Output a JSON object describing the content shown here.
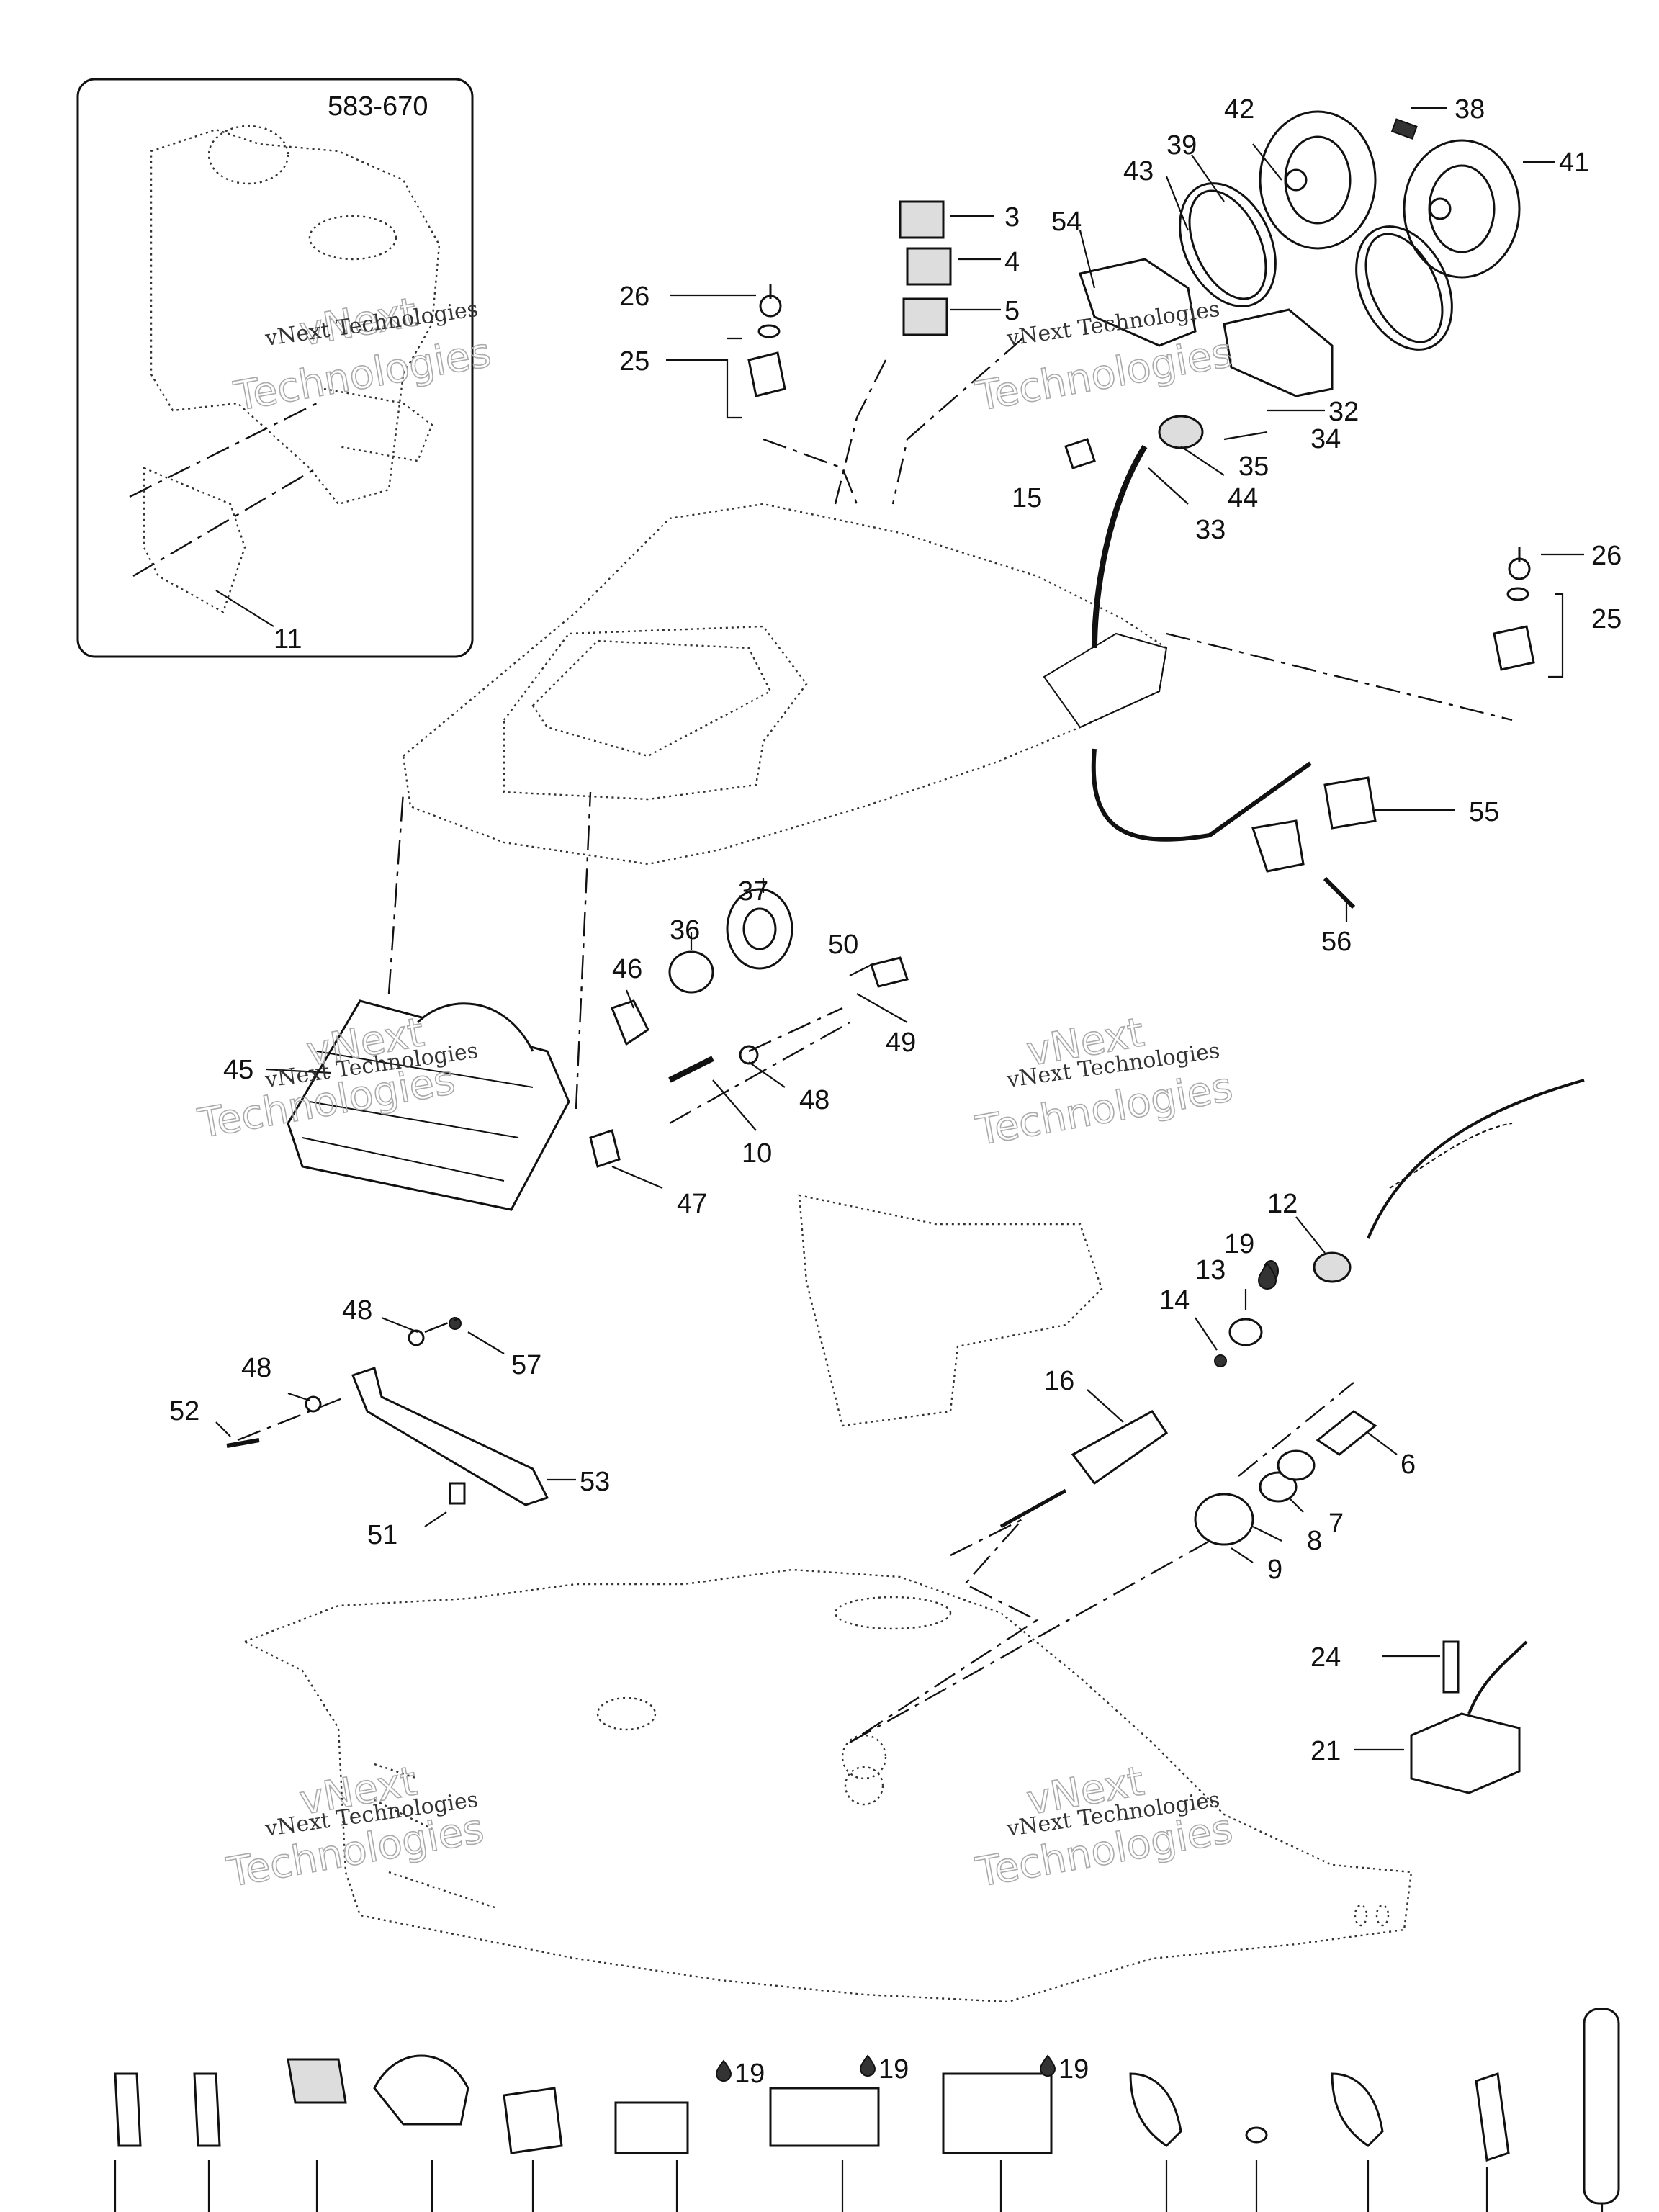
{
  "inset": {
    "code": "583-670",
    "label": "11"
  },
  "callouts": [
    {
      "id": "c38",
      "text": "38"
    },
    {
      "id": "c42",
      "text": "42"
    },
    {
      "id": "c41",
      "text": "41"
    },
    {
      "id": "c39",
      "text": "39"
    },
    {
      "id": "c43",
      "text": "43"
    },
    {
      "id": "c3",
      "text": "3"
    },
    {
      "id": "c4",
      "text": "4"
    },
    {
      "id": "c5",
      "text": "5"
    },
    {
      "id": "c54",
      "text": "54"
    },
    {
      "id": "c26a",
      "text": "26"
    },
    {
      "id": "c25a",
      "text": "25"
    },
    {
      "id": "c32",
      "text": "32"
    },
    {
      "id": "c34",
      "text": "34"
    },
    {
      "id": "c35",
      "text": "35"
    },
    {
      "id": "c15",
      "text": "15"
    },
    {
      "id": "c44",
      "text": "44"
    },
    {
      "id": "c33",
      "text": "33"
    },
    {
      "id": "c26b",
      "text": "26"
    },
    {
      "id": "c25b",
      "text": "25"
    },
    {
      "id": "c55",
      "text": "55"
    },
    {
      "id": "c56",
      "text": "56"
    },
    {
      "id": "c37",
      "text": "37"
    },
    {
      "id": "c36",
      "text": "36"
    },
    {
      "id": "c50",
      "text": "50"
    },
    {
      "id": "c46",
      "text": "46"
    },
    {
      "id": "c49",
      "text": "49"
    },
    {
      "id": "c45",
      "text": "45"
    },
    {
      "id": "c48a",
      "text": "48"
    },
    {
      "id": "c10",
      "text": "10"
    },
    {
      "id": "c47",
      "text": "47"
    },
    {
      "id": "c12",
      "text": "12"
    },
    {
      "id": "c19",
      "text": "19"
    },
    {
      "id": "c13",
      "text": "13"
    },
    {
      "id": "c14",
      "text": "14"
    },
    {
      "id": "c16",
      "text": "16"
    },
    {
      "id": "c6",
      "text": "6"
    },
    {
      "id": "c7",
      "text": "7"
    },
    {
      "id": "c8",
      "text": "8"
    },
    {
      "id": "c9",
      "text": "9"
    },
    {
      "id": "c48b",
      "text": "48"
    },
    {
      "id": "c57",
      "text": "57"
    },
    {
      "id": "c48c",
      "text": "48"
    },
    {
      "id": "c52",
      "text": "52"
    },
    {
      "id": "c53",
      "text": "53"
    },
    {
      "id": "c51",
      "text": "51"
    },
    {
      "id": "c24",
      "text": "24"
    },
    {
      "id": "c21",
      "text": "21"
    },
    {
      "id": "c19b",
      "text": "19"
    },
    {
      "id": "c19c",
      "text": "19"
    },
    {
      "id": "c19d",
      "text": "19"
    }
  ],
  "watermark": {
    "line1": "vNext Technologies",
    "line2": "Technologies",
    "line3": "vNext"
  }
}
